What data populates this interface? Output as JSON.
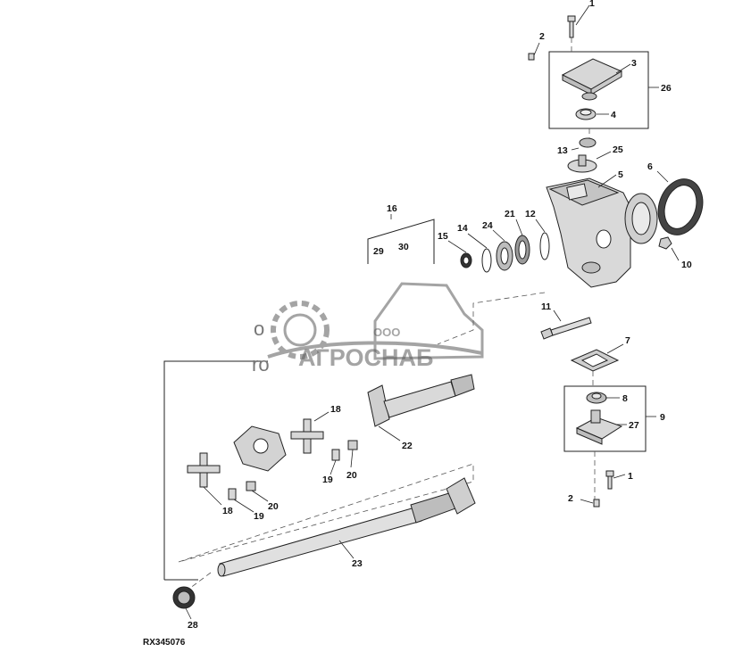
{
  "diagram": {
    "figure_code": "RX345076",
    "callouts": [
      "1",
      "2",
      "3",
      "26",
      "4",
      "13",
      "25",
      "5",
      "6",
      "16",
      "15",
      "14",
      "24",
      "21",
      "12",
      "10",
      "29",
      "30",
      "11",
      "7",
      "8",
      "9",
      "27",
      "1",
      "2",
      "18",
      "22",
      "19",
      "20",
      "18",
      "19",
      "20",
      "23",
      "28"
    ]
  },
  "watermark": {
    "brand": "АГРОСНАБ",
    "prefix": "ООО",
    "fragment_a": "o",
    "fragment_b": "ro"
  },
  "colors": {
    "ink": "#222222",
    "part_fill": "#d7d7d7",
    "watermark": "#5a5a5a"
  }
}
